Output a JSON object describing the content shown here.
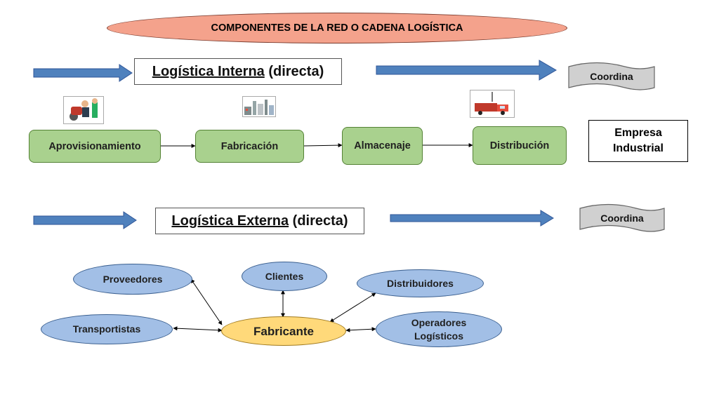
{
  "title": "COMPONENTES DE LA RED O CADENA LOGÍSTICA",
  "interna": {
    "label_underlined": "Logística Interna",
    "label_rest": " (directa)"
  },
  "externa": {
    "label_underlined": "Logística Externa",
    "label_rest": " (directa)"
  },
  "coordina_top": "Coordina",
  "coordina_bottom": "Coordina",
  "process": {
    "aprovisionamiento": "Aprovisionamiento",
    "fabricacion": "Fabricación",
    "almacenaje": "Almacenaje",
    "distribucion": "Distribución"
  },
  "empresa": {
    "line1": "Empresa",
    "line2": "Industrial"
  },
  "network": {
    "proveedores": "Proveedores",
    "clientes": "Clientes",
    "distribuidores": "Distribuidores",
    "transportistas": "Transportistas",
    "fabricante": "Fabricante",
    "operadores_line1": "Operadores",
    "operadores_line2": "Logísticos"
  },
  "icons": {
    "aprovisionamiento": "delivery-worker-icon",
    "fabricacion": "factory-icon",
    "distribucion": "delivery-truck-icon"
  },
  "colors": {
    "title_fill": "#f4a28c",
    "process_fill": "#a9d18e",
    "node_fill": "#a2bfe6",
    "center_fill": "#ffd97a",
    "arrow_fill": "#4f81bd",
    "coordina_fill": "#d0d0d0"
  }
}
